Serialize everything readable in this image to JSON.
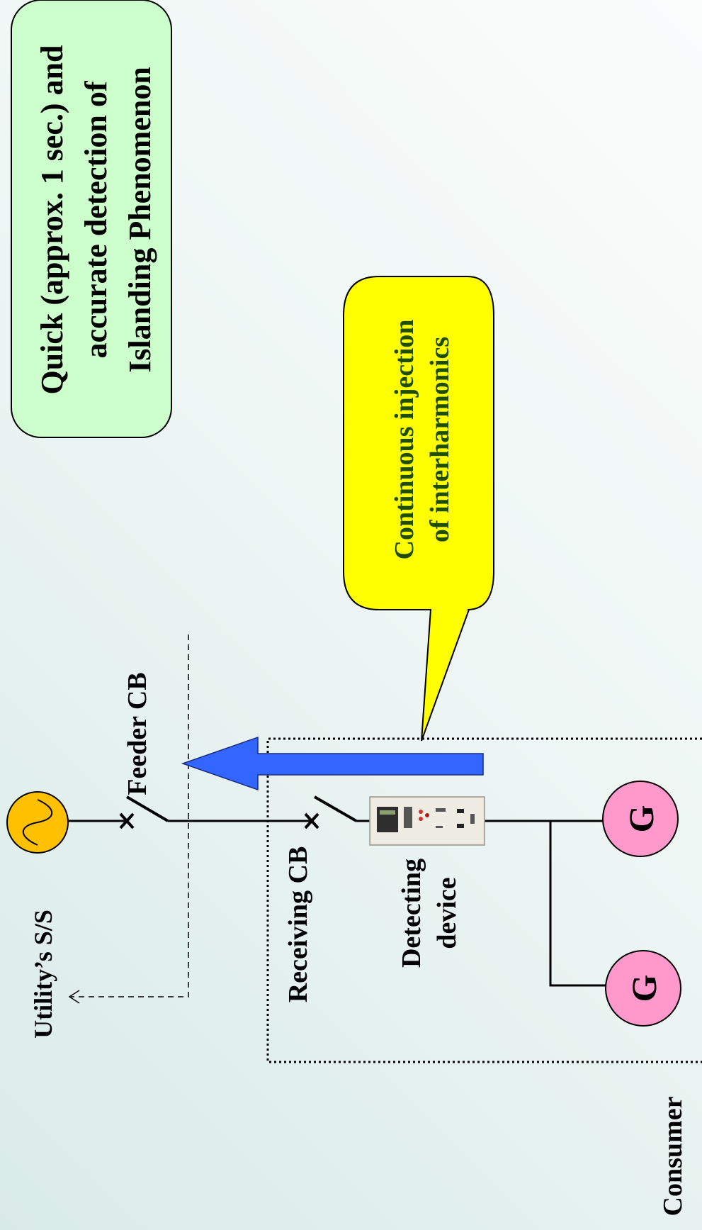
{
  "info_box": {
    "line1": "Quick (approx. 1 sec.) and",
    "line2": "accurate detection of",
    "line3": "Islanding Phenomenon"
  },
  "callout": {
    "line1": "Continuous injection",
    "line2": "of interharmonics"
  },
  "labels": {
    "utility": "Utility’s S/S",
    "feeder_cb": "Feeder CB",
    "receiving_cb": "Receiving CB",
    "detecting_line1": "Detecting",
    "detecting_line2": "device",
    "consumer": "Consumer",
    "generator_1": "G",
    "generator_2": "G"
  },
  "colors": {
    "info_box_fill": "#ccffcc",
    "callout_fill": "#ffff00",
    "arrow_fill": "#3366ff",
    "source_fill": "#ffc000",
    "generator_fill": "#ff99cc"
  },
  "icons": {
    "source": "ac-source-icon",
    "generator": "generator-icon",
    "breaker": "circuit-breaker-icon",
    "device": "detecting-device-icon"
  }
}
